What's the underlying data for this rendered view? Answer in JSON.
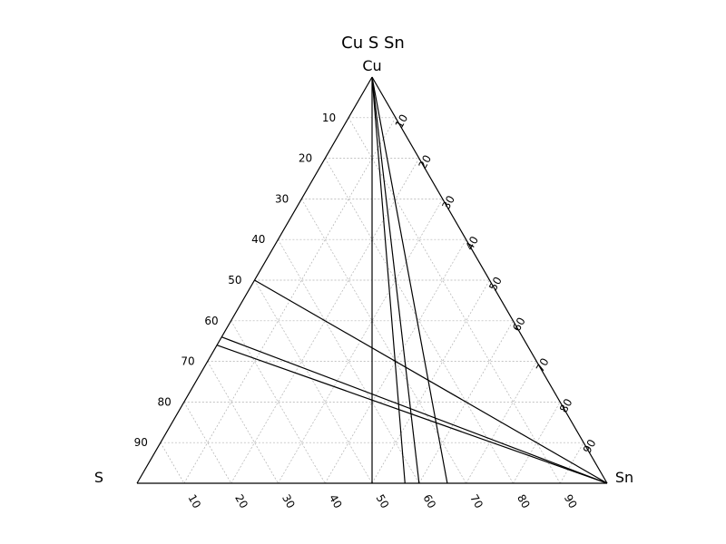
{
  "chart_data": {
    "type": "ternary",
    "title": "Cu S Sn",
    "vertices": {
      "top": "Cu",
      "left": "S",
      "right": "Sn"
    },
    "ticks": [
      10,
      20,
      30,
      40,
      50,
      60,
      70,
      80,
      90
    ],
    "grid": true,
    "lines": [
      {
        "from": {
          "Cu": 100,
          "S": 0,
          "Sn": 0
        },
        "to": {
          "Cu": 0,
          "S": 50,
          "Sn": 50
        }
      },
      {
        "from": {
          "Cu": 100,
          "S": 0,
          "Sn": 0
        },
        "to": {
          "Cu": 0,
          "S": 43,
          "Sn": 57
        }
      },
      {
        "from": {
          "Cu": 100,
          "S": 0,
          "Sn": 0
        },
        "to": {
          "Cu": 0,
          "S": 40,
          "Sn": 60
        }
      },
      {
        "from": {
          "Cu": 100,
          "S": 0,
          "Sn": 0
        },
        "to": {
          "Cu": 0,
          "S": 34,
          "Sn": 66
        }
      },
      {
        "from": {
          "Cu": 0,
          "S": 0,
          "Sn": 100
        },
        "to": {
          "Cu": 50,
          "S": 50,
          "Sn": 0
        }
      },
      {
        "from": {
          "Cu": 0,
          "S": 0,
          "Sn": 100
        },
        "to": {
          "Cu": 36,
          "S": 64,
          "Sn": 0
        }
      },
      {
        "from": {
          "Cu": 0,
          "S": 0,
          "Sn": 100
        },
        "to": {
          "Cu": 34,
          "S": 66,
          "Sn": 0
        }
      }
    ]
  }
}
